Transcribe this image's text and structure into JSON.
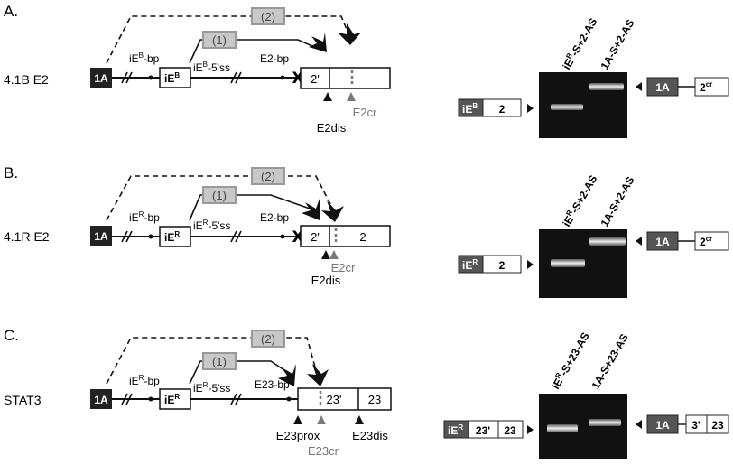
{
  "panels": [
    {
      "letter": "A.",
      "gene": "4.1B E2",
      "exon1": "1A",
      "ie_base": "iE",
      "ie_sup": "B",
      "bp_label_base": "iE",
      "bp_label_sup": "B",
      "bp_label_tail": "-bp",
      "ss_label_base": "iE",
      "ss_label_sup": "B",
      "ss_label_tail": "-5'ss",
      "target_bp": "E2-bp",
      "seg_left": "2'",
      "seg_right": "",
      "primer1": "(1)",
      "primer2": "(2)",
      "marker_a": "E2dis",
      "marker_b": "E2cr",
      "marker_c": "",
      "lane1_base": "iE",
      "lane1_sup": "B",
      "lane1_tail": "-S+2-AS",
      "lane2": "1A-S+2-AS",
      "left_prod_a": "iE",
      "left_prod_a_sup": "B",
      "left_prod_b": "2",
      "left_prod_c": "",
      "right_prod_a": "1A",
      "right_prod_b": "2",
      "right_prod_b_sup": "cr",
      "right_prod_c": ""
    },
    {
      "letter": "B.",
      "gene": "4.1R E2",
      "exon1": "1A",
      "ie_base": "iE",
      "ie_sup": "R",
      "bp_label_base": "iE",
      "bp_label_sup": "R",
      "bp_label_tail": "-bp",
      "ss_label_base": "iE",
      "ss_label_sup": "R",
      "ss_label_tail": "-5'ss",
      "target_bp": "E2-bp",
      "seg_left": "2'",
      "seg_right": "2",
      "primer1": "(1)",
      "primer2": "(2)",
      "marker_a": "E2dis",
      "marker_b": "E2cr",
      "marker_c": "",
      "lane1_base": "iE",
      "lane1_sup": "R",
      "lane1_tail": "-S+2-AS",
      "lane2": "1A-S+2-AS",
      "left_prod_a": "iE",
      "left_prod_a_sup": "R",
      "left_prod_b": "2",
      "left_prod_c": "",
      "right_prod_a": "1A",
      "right_prod_b": "2",
      "right_prod_b_sup": "cr",
      "right_prod_c": ""
    },
    {
      "letter": "C.",
      "gene": "STAT3",
      "exon1": "1A",
      "ie_base": "iE",
      "ie_sup": "R",
      "bp_label_base": "iE",
      "bp_label_sup": "R",
      "bp_label_tail": "-bp",
      "ss_label_base": "iE",
      "ss_label_sup": "R",
      "ss_label_tail": "-5'ss",
      "target_bp": "E23-bp",
      "seg_left": "23'",
      "seg_right": "23",
      "primer1": "(1)",
      "primer2": "(2)",
      "marker_a": "E23prox",
      "marker_b": "E23cr",
      "marker_c": "E23dis",
      "lane1_base": "iE",
      "lane1_sup": "R",
      "lane1_tail": "-S+23-AS",
      "lane2": "1A-S+23-AS",
      "left_prod_a": "iE",
      "left_prod_a_sup": "R",
      "left_prod_b": "23'",
      "left_prod_c": "23",
      "right_prod_a": "1A",
      "right_prod_b": "3'",
      "right_prod_b_sup": "",
      "right_prod_c": "23"
    }
  ],
  "colors": {
    "line": "#111111",
    "dark_box": "#222222",
    "mid_box": "#555555",
    "primer_box": "#bdbdbd",
    "grey_marker": "#7a7a7a",
    "gel_bg": "#101010",
    "band": "#e8e8e8"
  }
}
